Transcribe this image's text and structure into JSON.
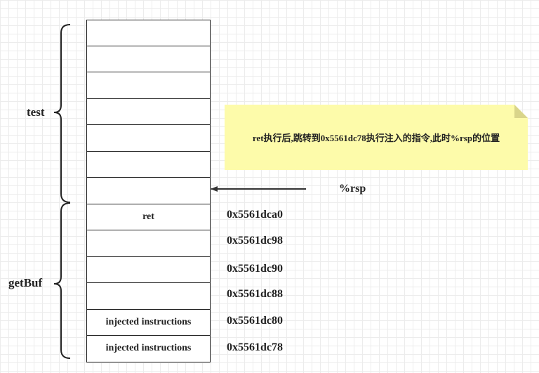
{
  "stack": {
    "cells": [
      "",
      "",
      "",
      "",
      "",
      "",
      "",
      "ret",
      "",
      "",
      "",
      "injected instructions",
      "injected instructions"
    ]
  },
  "groups": {
    "test": "test",
    "getbuf": "getBuf"
  },
  "addresses": [
    "0x5561dca0",
    "0x5561dc98",
    "0x5561dc90",
    "0x5561dc88",
    "0x5561dc80",
    "0x5561dc78"
  ],
  "rsp_label": "%rsp",
  "note": {
    "text": "ret执行后,跳转到0x5561dc78执行注入的指令,此时%rsp的位置",
    "color": "#fdfbaa"
  }
}
